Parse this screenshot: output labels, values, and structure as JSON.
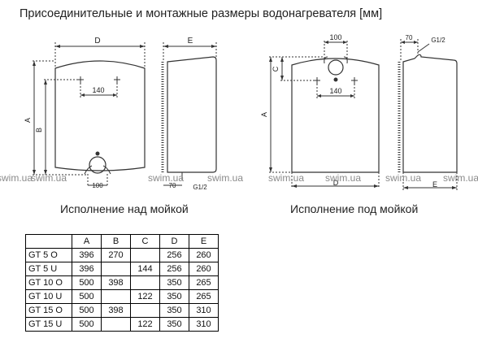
{
  "title": "Присоединительные и монтажные размеры водонагревателя [мм]",
  "captions": {
    "over_sink": "Исполнение над мойкой",
    "under_sink": "Исполнение под мойкой"
  },
  "watermark": "swim.ua",
  "labels": {
    "D": "D",
    "E": "E",
    "A": "A",
    "B": "B",
    "C": "C",
    "dim_140": "140",
    "dim_100": "100",
    "dim_70": "70",
    "thread": "G1/2"
  },
  "table": {
    "headers": [
      "",
      "A",
      "B",
      "C",
      "D",
      "E"
    ],
    "rows": [
      {
        "model": "GT 5 O",
        "A": "396",
        "B": "270",
        "C": "",
        "D": "256",
        "E": "260"
      },
      {
        "model": "GT 5 U",
        "A": "396",
        "B": "",
        "C": "144",
        "D": "256",
        "E": "260"
      },
      {
        "model": "GT 10 O",
        "A": "500",
        "B": "398",
        "C": "",
        "D": "350",
        "E": "265"
      },
      {
        "model": "GT 10 U",
        "A": "500",
        "B": "",
        "C": "122",
        "D": "350",
        "E": "265"
      },
      {
        "model": "GT 15 O",
        "A": "500",
        "B": "398",
        "C": "",
        "D": "350",
        "E": "310"
      },
      {
        "model": "GT 15 U",
        "A": "500",
        "B": "",
        "C": "122",
        "D": "350",
        "E": "310"
      }
    ]
  }
}
